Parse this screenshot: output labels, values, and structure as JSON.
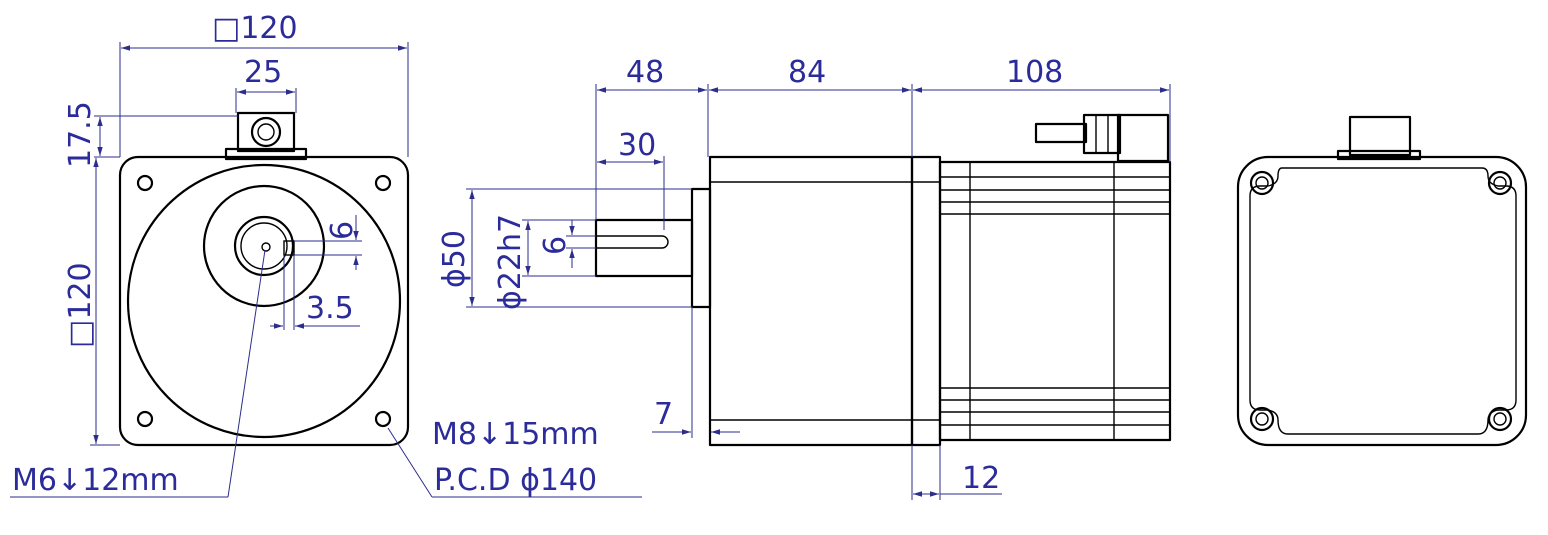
{
  "dimensions": {
    "front_width": "□120",
    "front_height": "□120",
    "connector_width": "25",
    "connector_height": "17.5",
    "key_width": "6",
    "key_offset": "3.5",
    "mount_hole_thread": "M6↓12mm",
    "flange_length": "48",
    "body_length": "84",
    "rear_length": "108",
    "shaft_length": "30",
    "pilot_diameter": "ϕ50",
    "shaft_diameter": "ϕ22h7",
    "keyway_width": "6",
    "pilot_depth": "7",
    "rear_hole_thread": "M8↓15mm",
    "pcd": "P.C.D ϕ140",
    "flange_thickness": "12"
  },
  "colors": {
    "geometry": "#000000",
    "dimension": "#2b2b9a"
  }
}
